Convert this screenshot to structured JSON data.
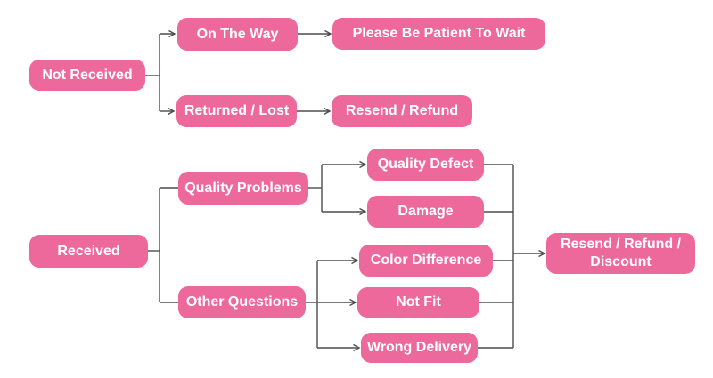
{
  "diagram": {
    "type": "flowchart",
    "background": "#ffffff",
    "colors": {
      "node_fill": "#ee699b",
      "node_text": "#ffffff",
      "line": "#4d4d4d",
      "background": "#ffffff"
    },
    "nodes": {
      "not_received": "Not Received",
      "on_the_way": "On The Way",
      "please_wait": "Please Be Patient To Wait",
      "returned_lost": "Returned / Lost",
      "resend_refund": "Resend / Refund",
      "received": "Received",
      "quality_problems": "Quality Problems",
      "other_questions": "Other Questions",
      "quality_defect": "Quality Defect",
      "damage": "Damage",
      "color_difference": "Color Difference",
      "not_fit": "Not Fit",
      "wrong_delivery": "Wrong Delivery",
      "resend_refund_discount": "Resend / Refund / Discount"
    },
    "edges": [
      {
        "from": "Not Received",
        "to": "On The Way",
        "arrow": true
      },
      {
        "from": "Not Received",
        "to": "Returned / Lost",
        "arrow": true
      },
      {
        "from": "On The Way",
        "to": "Please Be Patient To Wait",
        "arrow": true
      },
      {
        "from": "Returned / Lost",
        "to": "Resend / Refund",
        "arrow": true
      },
      {
        "from": "Received",
        "to": "Quality Problems",
        "arrow": false
      },
      {
        "from": "Received",
        "to": "Other Questions",
        "arrow": false
      },
      {
        "from": "Quality Problems",
        "to": "Quality Defect",
        "arrow": true
      },
      {
        "from": "Quality Problems",
        "to": "Damage",
        "arrow": true
      },
      {
        "from": "Other Questions",
        "to": "Color Difference",
        "arrow": true
      },
      {
        "from": "Other Questions",
        "to": "Not Fit",
        "arrow": true
      },
      {
        "from": "Other Questions",
        "to": "Wrong Delivery",
        "arrow": true
      },
      {
        "from": "Quality Defect",
        "to": "Resend / Refund / Discount",
        "arrow": true
      },
      {
        "from": "Damage",
        "to": "Resend / Refund / Discount",
        "arrow": true
      },
      {
        "from": "Color Difference",
        "to": "Resend / Refund / Discount",
        "arrow": true
      },
      {
        "from": "Not Fit",
        "to": "Resend / Refund / Discount",
        "arrow": true
      },
      {
        "from": "Wrong Delivery",
        "to": "Resend / Refund / Discount",
        "arrow": true
      }
    ]
  }
}
